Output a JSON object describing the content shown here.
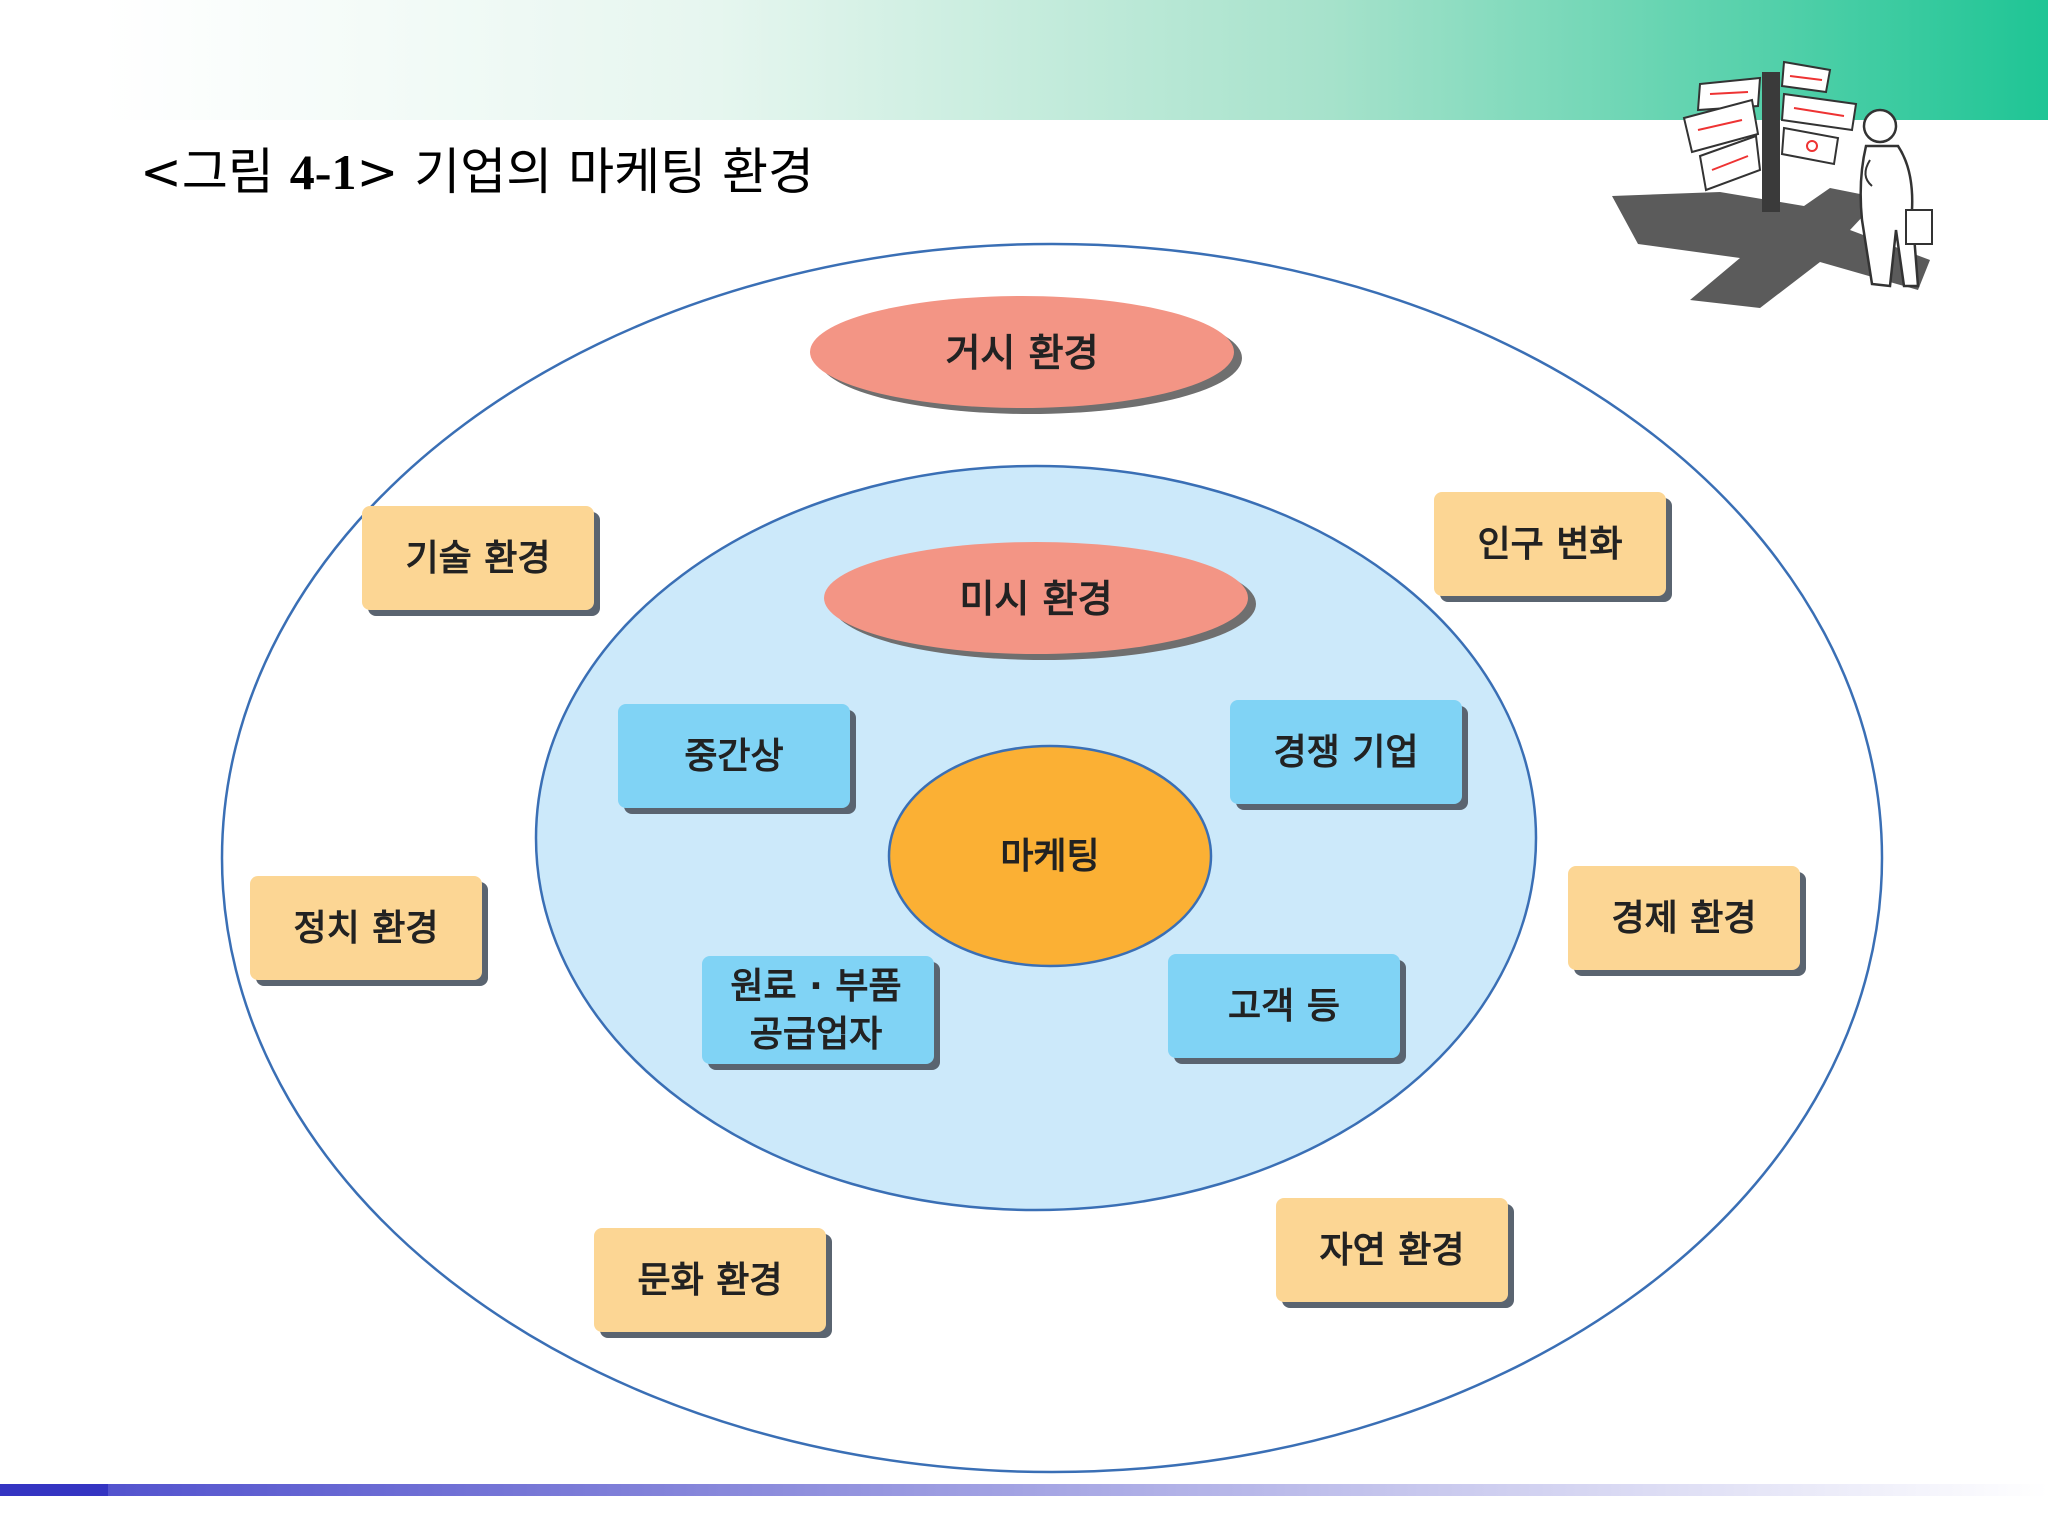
{
  "title": {
    "prefix": "<그림 ",
    "number": "4-1",
    "suffix": "> 기업의 마케팅 환경"
  },
  "diagram": {
    "macro_label": "거시 환경",
    "micro_label": "미시 환경",
    "center_label": "마케팅",
    "micro_items": [
      "중간상",
      "경쟁 기업",
      "원료 · 부품",
      "공급업자",
      "고객 등"
    ],
    "macro_items": [
      "기술 환경",
      "인구 변화",
      "정치 환경",
      "경제 환경",
      "문화 환경",
      "자연 환경"
    ]
  },
  "colors": {
    "outer_ring": "#3a6fb5",
    "inner_fill": "#cce9fa",
    "env_ellipse": "#f39585",
    "center_fill": "#fbb034",
    "micro_box": "#80d3f5",
    "macro_box": "#fcd694",
    "shadow": "#5a6470"
  },
  "illustration": {
    "icon": "signpost-person-icon"
  }
}
